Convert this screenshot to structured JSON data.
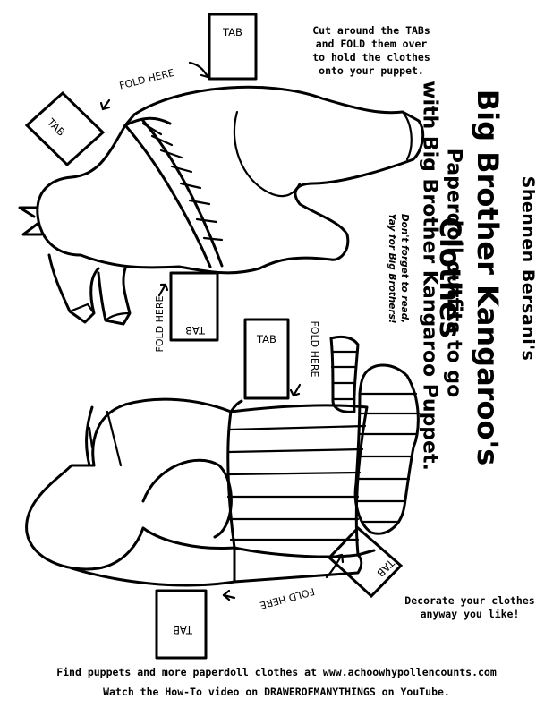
{
  "instructions": {
    "top": "Cut around the TABs\nand FOLD them over\nto hold the clothes\nonto your puppet.",
    "decorate": "Decorate your clothes\nanyway you like!"
  },
  "title": {
    "author": "Shennen Bersani's",
    "main": "Big Brother Kangaroo's Clothes",
    "sub1": "Paperdoll outfits to go",
    "sub2": "with Big Brother Kangaroo Puppet."
  },
  "reminder": {
    "line1": "Don't forget to read,",
    "line2": "Yay for Big Brothers!"
  },
  "labels": {
    "tab": "TAB",
    "fold_here": "FOLD HERE"
  },
  "footer": {
    "line1": "Find puppets and more paperdoll clothes at www.achoowhypollencounts.com",
    "line2": "Watch the How-To video on DRAWEROFMANYTHINGS on YouTube."
  }
}
